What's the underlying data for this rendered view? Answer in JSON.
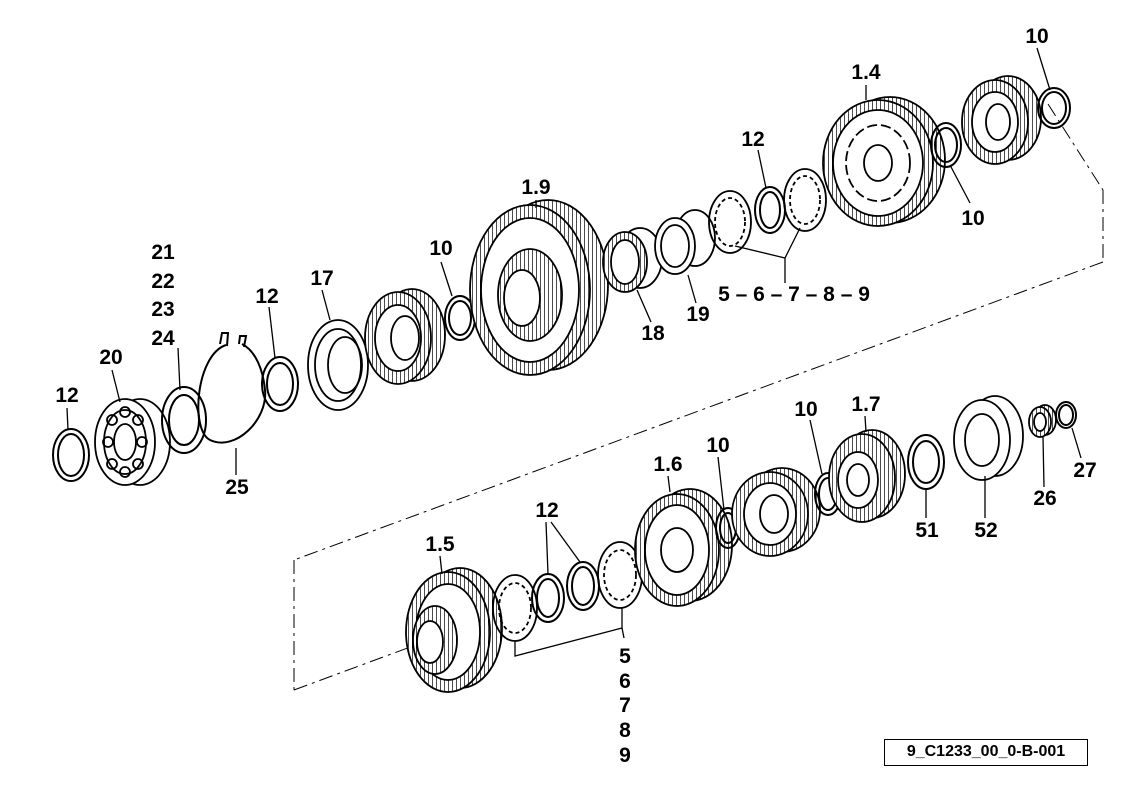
{
  "labels": {
    "l_10_top": "10",
    "l_1_4": "1.4",
    "l_12_top": "12",
    "l_1_9": "1.9",
    "l_10_right": "10",
    "l_10_mid": "10",
    "l_21": "21",
    "l_22": "22",
    "l_23": "23",
    "l_24": "24",
    "l_17": "17",
    "l_12_mid": "12",
    "l_20": "20",
    "l_12_left": "12",
    "l_25": "25",
    "l_18": "18",
    "l_19": "19",
    "l_5_9_row": "5 – 6 – 7 – 8 – 9",
    "l_10_lower_a": "10",
    "l_1_7": "1.7",
    "l_10_lower_b": "10",
    "l_1_6": "1.6",
    "l_12_lower": "12",
    "l_1_5": "1.5",
    "l_51": "51",
    "l_52": "52",
    "l_26": "26",
    "l_27": "27",
    "l_5": "5",
    "l_6": "6",
    "l_7": "7",
    "l_8": "8",
    "l_9": "9"
  },
  "reference_code": "9_C1233_00_0-B-001"
}
